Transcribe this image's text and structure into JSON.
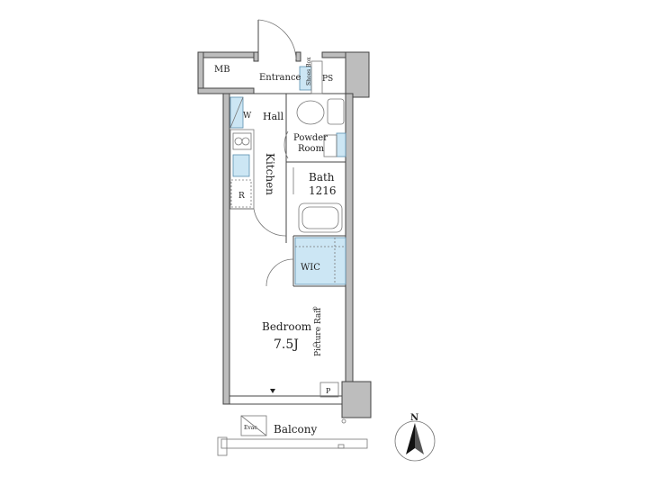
{
  "rooms": {
    "mb": "MB",
    "entrance": "Entrance",
    "shoes_box": "Shoes Box",
    "ps": "PS",
    "hall": "Hall",
    "w": "W",
    "powder_room_1": "Powder",
    "powder_room_2": "Room",
    "kitchen": "Kitchen",
    "bath_1": "Bath",
    "bath_2": "1216",
    "r": "R",
    "wic": "WIC",
    "bedroom": "Bedroom",
    "bedroom_size": "7.5J",
    "picture_rail": "Picture Rail",
    "p": "P",
    "balcony": "Balcony",
    "evac": "Evac"
  },
  "compass": {
    "north": "N"
  },
  "colors": {
    "wall": "#bdbdbd",
    "fixture_blue": "#cce6f4",
    "line": "#444444"
  }
}
